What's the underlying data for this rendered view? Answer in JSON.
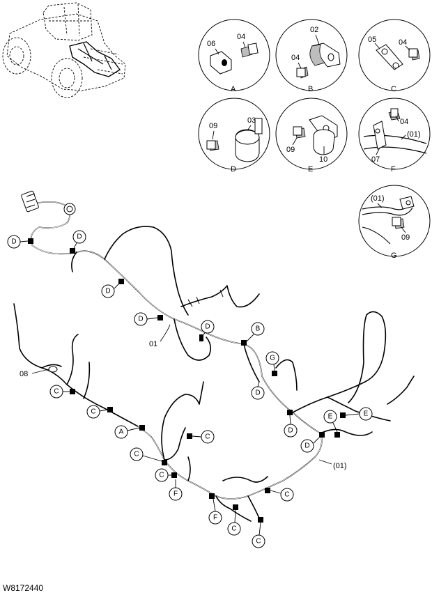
{
  "figure_code": "W8172440",
  "detail_views": [
    {
      "id": "A",
      "labels": [
        "06",
        "04"
      ]
    },
    {
      "id": "B",
      "labels": [
        "02",
        "04"
      ]
    },
    {
      "id": "C",
      "labels": [
        "05",
        "04"
      ]
    },
    {
      "id": "D",
      "labels": [
        "09",
        "03"
      ]
    },
    {
      "id": "E",
      "labels": [
        "09",
        "10"
      ]
    },
    {
      "id": "F",
      "labels": [
        "04",
        "(01)",
        "07"
      ]
    },
    {
      "id": "G",
      "labels": [
        "(01)",
        "09"
      ]
    }
  ],
  "part_labels": {
    "main_harness": "01",
    "main_harness_ref": "(01)",
    "grommet": "08"
  },
  "callouts": [
    "D",
    "D",
    "D",
    "D",
    "D",
    "D",
    "D",
    "D",
    "B",
    "G",
    "E",
    "E",
    "C",
    "C",
    "C",
    "C",
    "C",
    "C",
    "C",
    "C",
    "A",
    "F",
    "F"
  ]
}
